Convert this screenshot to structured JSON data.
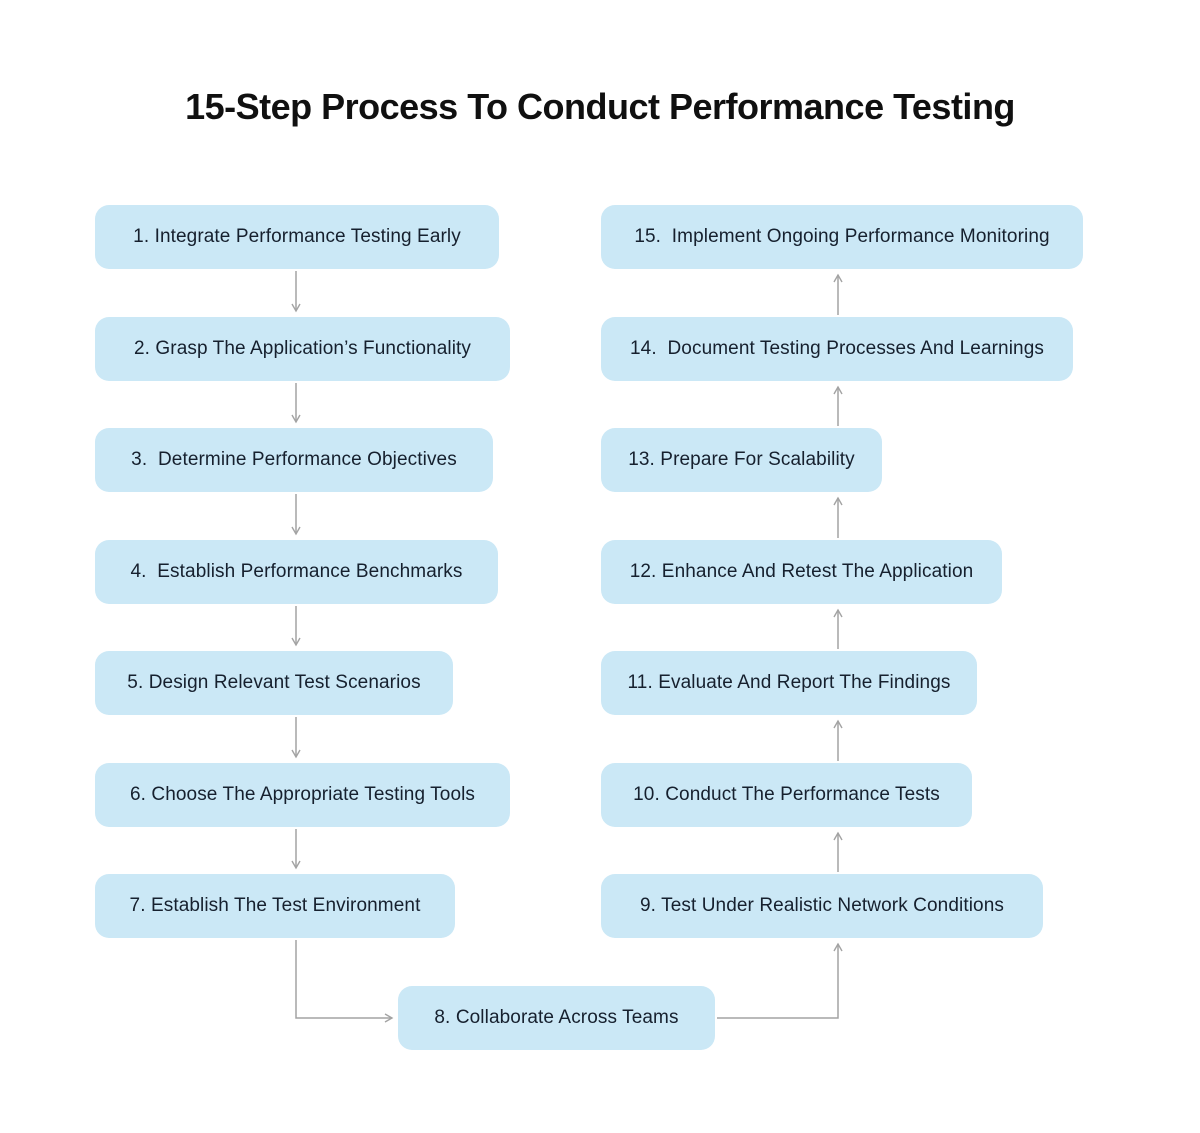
{
  "title": "15-Step Process To Conduct Performance Testing",
  "theme": {
    "background": "#FFFFFF",
    "box_fill": "#CBE8F6",
    "box_text": "#16202E",
    "arrow_color": "#A3A3A3",
    "title_color": "#101010"
  },
  "steps": [
    {
      "label": "1. Integrate Performance Testing Early"
    },
    {
      "label": "2. Grasp The Application’s Functionality"
    },
    {
      "label": "3.  Determine Performance Objectives"
    },
    {
      "label": "4.  Establish Performance Benchmarks"
    },
    {
      "label": "5. Design Relevant Test Scenarios"
    },
    {
      "label": "6. Choose The Appropriate Testing Tools"
    },
    {
      "label": "7. Establish The Test Environment"
    },
    {
      "label": "8. Collaborate Across Teams"
    },
    {
      "label": "9. Test Under Realistic Network Conditions"
    },
    {
      "label": "10. Conduct The Performance Tests"
    },
    {
      "label": "11. Evaluate And Report The Findings"
    },
    {
      "label": "12. Enhance And Retest The Application"
    },
    {
      "label": "13. Prepare For Scalability"
    },
    {
      "label": "14.  Document Testing Processes And Learnings"
    },
    {
      "label": "15.  Implement Ongoing Performance Monitoring"
    }
  ],
  "flow": {
    "connections": [
      "1→2",
      "2→3",
      "3→4",
      "4→5",
      "5→6",
      "6→7",
      "7→8",
      "8→9",
      "9→10",
      "10→11",
      "11→12",
      "12→13",
      "13→14",
      "14→15"
    ]
  }
}
